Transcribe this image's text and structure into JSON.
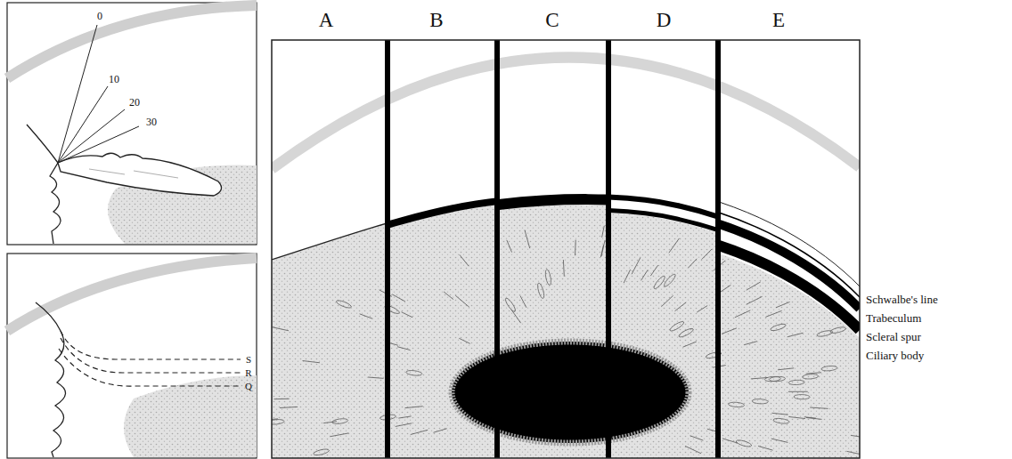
{
  "diagram": {
    "labels": [
      "0",
      "10",
      "20",
      "30",
      "S",
      "R",
      "Q",
      "A",
      "B",
      "C",
      "D",
      "E",
      "Schwalbe's line",
      "Trabeculum",
      "Scleral spur",
      "Ciliary body"
    ]
  }
}
